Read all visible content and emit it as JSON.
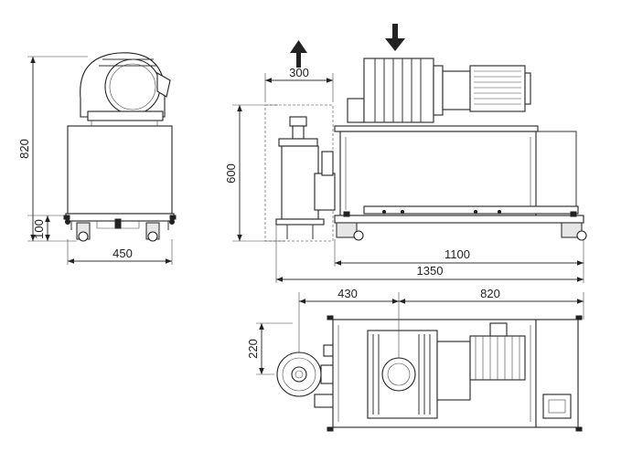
{
  "dimensions": {
    "side_height_total": "820",
    "side_height_base": "100",
    "side_width": "450",
    "inlet_clearance": "300",
    "front_height": "600",
    "front_length_frame": "1100",
    "front_length_total": "1350",
    "top_offset_inlet": "430",
    "top_offset_motor": "820",
    "top_width": "220"
  },
  "icons": {
    "up": "arrow-up-icon",
    "down": "arrow-down-icon"
  }
}
